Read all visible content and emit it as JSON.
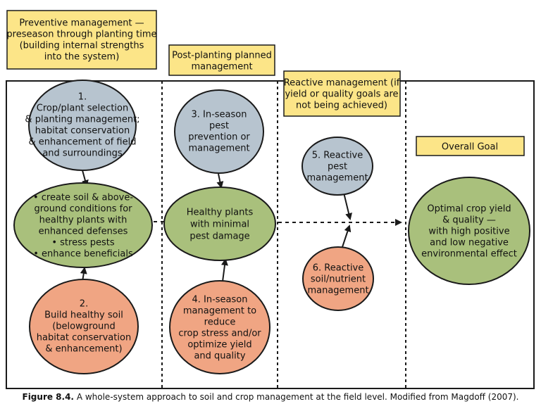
{
  "colors": {
    "label_box": "#fce588",
    "blue_node": "#b7c4cf",
    "green_node": "#a9c07c",
    "orange_node": "#f0a583",
    "line": "#1a1a1a"
  },
  "headers": {
    "preventive": [
      "Preventive management —",
      "preseason through planting time",
      "(building internal strengths",
      "into the system)"
    ],
    "post_planting": [
      "Post-planting planned",
      "management"
    ],
    "reactive": [
      "Reactive management (if",
      "yield or quality goals are",
      "not being achieved)"
    ],
    "goal": [
      "Overall Goal"
    ]
  },
  "nodes": {
    "crop_selection": [
      "1.",
      "Crop/plant selection",
      "& planting management;",
      "habitat conservation",
      "& enhancement of field",
      "and surroundings"
    ],
    "soil_conditions": [
      "• create soil & above-",
      "ground conditions for",
      "healthy plants with",
      "enhanced defenses",
      "• stress pests",
      "• enhance beneficials"
    ],
    "healthy_soil": [
      "2.",
      "Build healthy soil",
      "(belowground",
      "habitat conservation",
      "& enhancement)"
    ],
    "pest_prevention": [
      "3. In-season",
      "pest",
      "prevention or",
      "management"
    ],
    "healthy_plants": [
      "Healthy plants",
      "with minimal",
      "pest damage"
    ],
    "stress_reduction": [
      "4. In-season",
      "management to",
      "reduce",
      "crop stress and/or",
      "optimize yield",
      "and quality"
    ],
    "reactive_pest": [
      "5. Reactive",
      "pest",
      "management"
    ],
    "reactive_soil": [
      "6. Reactive",
      "soil/nutrient",
      "management"
    ],
    "crop_yield": [
      "Optimal crop yield",
      "& quality —",
      "with high positive",
      "and low negative",
      "environmental effect"
    ]
  },
  "caption": {
    "figure_label": "Figure 8.4.",
    "text": " A whole-system approach to soil and crop management at the field level. Modified from Magdoff (2007)."
  }
}
